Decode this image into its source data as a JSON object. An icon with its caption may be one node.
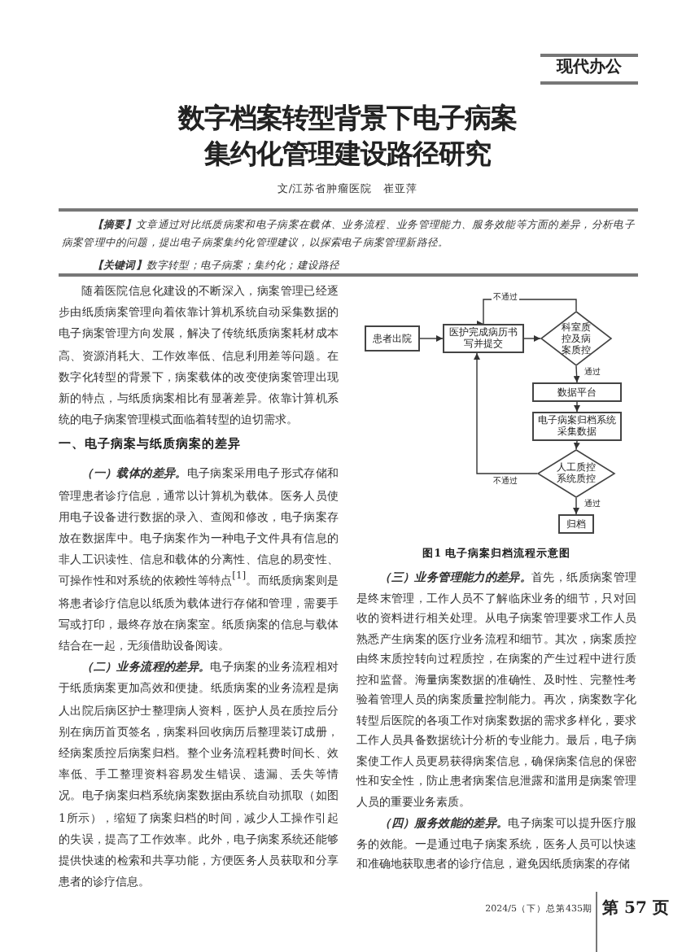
{
  "diagram": {
    "title": "数字档案转型背景下电子病案集约化管理建设路径研究",
    "caption": "图1 电子病案归档流程示意图",
    "nodes": [
      {
        "text": [
          "患者出院"
        ]
      },
      {
        "text": [
          "医护完成病历书写并提交"
        ]
      },
      {
        "text": [
          "科室质控及病案质控"
        ]
      },
      {
        "text": [
          "数据平台"
        ]
      },
      {
        "text": [
          "电子病案归档系统采集数据"
        ]
      },
      {
        "text": [
          "人工质控系统质控"
        ]
      },
      {
        "text": [
          "归档"
        ]
      }
    ],
    "edges": [
      {
        "from": 0,
        "to": 1,
        "arrow": "to"
      },
      {
        "from": 1,
        "to": 2,
        "arrow": "to"
      },
      {
        "from": 2,
        "to": 1,
        "arrow": "to",
        "label": "不通过"
      },
      {
        "from": 2,
        "to": 3,
        "arrow": "to",
        "label": "通过"
      },
      {
        "from": 3,
        "to": 4,
        "arrow": "to"
      },
      {
        "from": 4,
        "to": 5,
        "arrow": "to"
      },
      {
        "from": 5,
        "to": 1,
        "arrow": "to",
        "label": "不通过"
      },
      {
        "from": 5,
        "to": 6,
        "arrow": "to",
        "label": "通过"
      }
    ],
    "labels": [
      "现代办公",
      "文/江苏省肿瘤医院　崔亚萍",
      "**【摘要】**文章通过对比纸质病案和电子病案在载体、业务流程、业务管理能力、服务效能等方面的差异，分析电子病案管理中的问题，提出电子病案集约化管理建议，以探索电子病案管理新路径。",
      "**【关键词】**数字转型；电子病案；集约化；建设路径",
      "随着医院信息化建设的不断深入，病案管理已经逐步由纸质病案管理向着依靠计算机系统自动采集数据的电子病案管理方向发展，解决了传统纸质病案耗材成本高、资源消耗大、工作效率低、信息利用差等问题。在数字化转型的背景下，病案载体的改变使病案管理出现新的特点，与纸质病案相比有显著差异。依靠计算机系统的电子病案管理模式面临着转型的迫切需求。",
      "一、电子病案与纸质病案的差异",
      "**（一）载体的差异。**电子病案采用电子形式存储和管理患者诊疗信息，通常以计算机为载体。医务人员使用电子设备进行数据的录入、查阅和修改，电子病案存放在数据库中。电子病案作为一种电子文件具有信息的非人工识读性、信息和载体的分离性、信息的易变性、可操作性和对系统的依赖性等特点$^{[1]}$。而纸质病案则是将患者诊疗信息以纸质为载体进行存储和管理，需要手写或打印，最终存放在病案室。纸质病案的信息与载体结合在一起，无须借助设备阅读。",
      "**（二）业务流程的差异。**电子病案的业务流程相对于纸质病案更加高效和便捷。纸质病案的业务流程是病人出院后病区护士整理病人资料，医护人员在质控后分别在病历首页签名，病案科回收病历后整理装订成册，经病案质控后病案归档。整个业务流程耗费时间长、效率低、手工整理资料容易发生错误、遗漏、丢失等情况。电子病案归档系统病案数据由系统自动抓取（如图1所示），缩短了病案归档的时间，减少人工操作引起的失误，提高了工作效率。此外，电子病案系统还能够提供快速的检索和共享功能，方便医务人员获取和分享患者的诊疗信息。",
      "**（三）业务管理能力的差异。**首先，纸质病案管理是终末管理，工作人员不了解临床业务的细节，只对回收的资料进行相关处理。从电子病案管理要求工作人员熟悉产生病案的医疗业务流程和细节。其次，病案质控由终末质控转向过程质控，在病案的产生过程中进行质控和监督。海量病案数据的准确性、及时性、完整性考验着管理人员的病案质量控制能力。再次，病案数字化转型后医院的各项工作对病案数据的需求多样化，要求工作人员具备数据统计分析的专业能力。最后，电子病案使工作人员更易获得病案信息，确保病案信息的保密性和安全性，防止患者病案信息泄露和滥用是病案管理人员的重要业务素质。",
      "**（四）服务效能的差异。**电子病案可以提升医疗服务的效能。一是通过电子病案系统，医务人员可以快速和准确地获取患者的诊疗信息，避免因纸质病案的存储",
      "2024/5（下）总第435期",
      "第 57 页"
    ]
  }
}
